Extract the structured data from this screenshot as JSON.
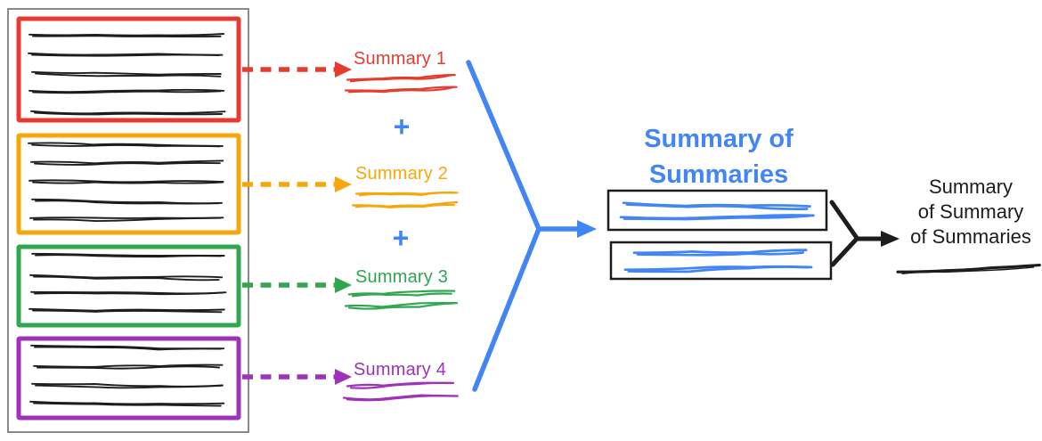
{
  "diagram": {
    "summary_labels": [
      {
        "label": "Summary 1",
        "color": "#e63c2f"
      },
      {
        "label": "Summary 2",
        "color": "#f6a70b"
      },
      {
        "label": "Summary 3",
        "color": "#30a64f"
      },
      {
        "label": "Summary 4",
        "color": "#9e32b8"
      }
    ],
    "plus_sign": "+",
    "summary_of_summaries_title": {
      "line1": "Summary of",
      "line2": "Summaries",
      "color": "#4285f4"
    },
    "final_summary_label": {
      "line1": "Summary",
      "line2": "of Summary",
      "line3": "of Summaries",
      "color": "#1c1c1c"
    },
    "colors": {
      "arrow_blue": "#4285f4",
      "ink_black": "#1d1d1d",
      "container_border": "#8a8a8a"
    }
  }
}
